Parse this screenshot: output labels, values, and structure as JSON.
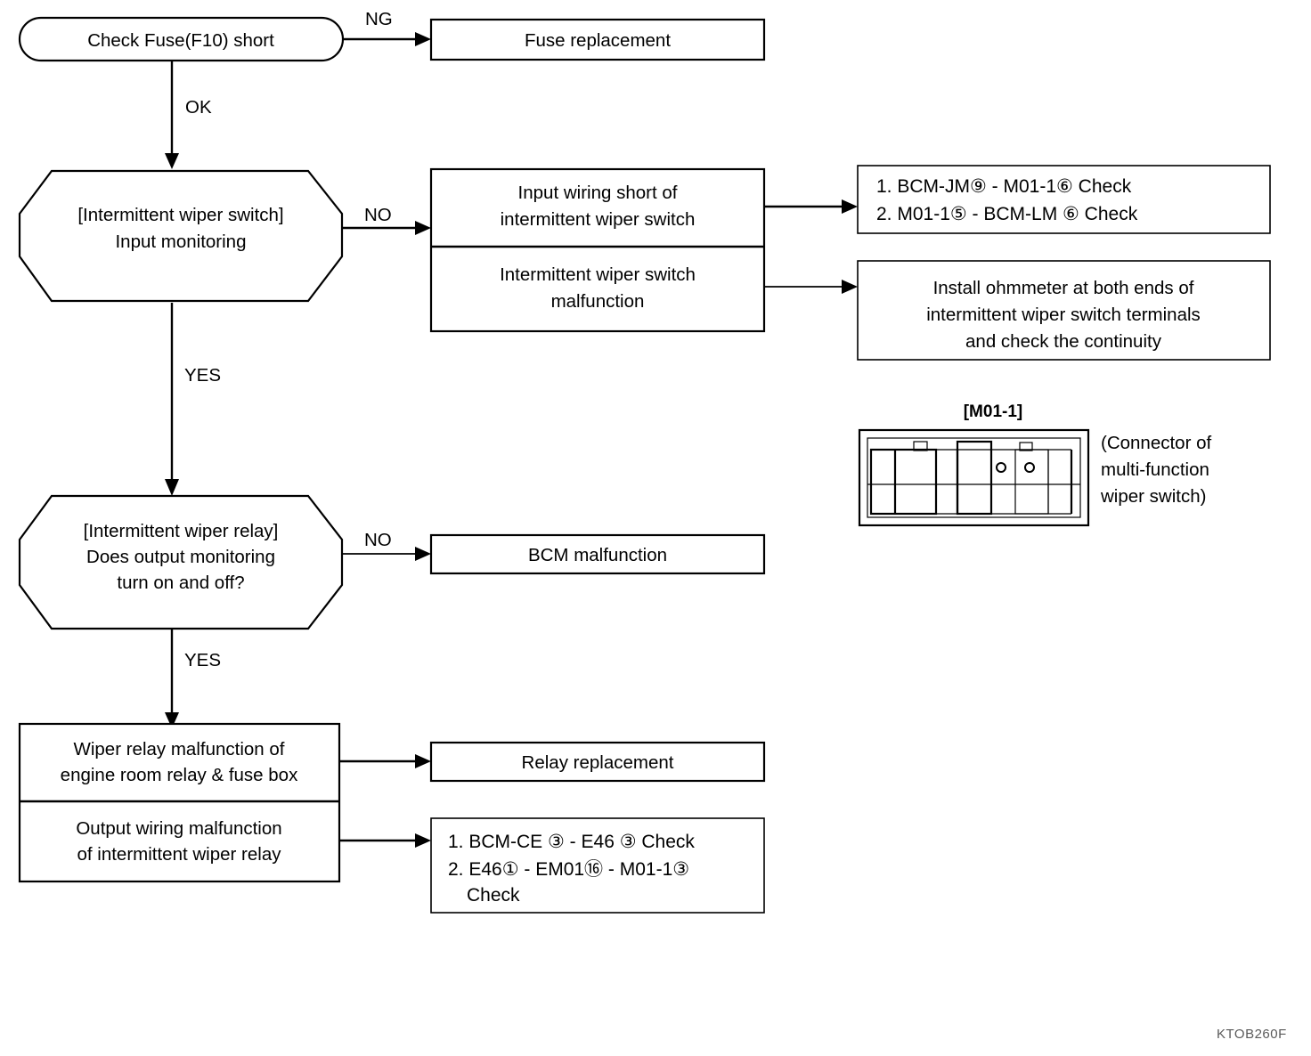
{
  "diagram": {
    "title": "Intermittent wiper troubleshooting flowchart",
    "figure_code": "KTOB260F",
    "nodes": {
      "check_fuse": "Check Fuse(F10) short",
      "fuse_replacement": "Fuse replacement",
      "switch_input_monitor_line1": "[Intermittent wiper switch]",
      "switch_input_monitor_line2": "Input monitoring",
      "input_wiring_short_line1": "Input wiring short of",
      "input_wiring_short_line2": "intermittent wiper switch",
      "switch_malfunction_line1": "Intermittent wiper switch",
      "switch_malfunction_line2": "malfunction",
      "check_list_1_line1": "1. BCM-JM⑨ - M01-1⑥  Check",
      "check_list_1_line2": "2. M01-1⑤ - BCM-LM ⑥ Check",
      "ohmmeter_line1": "Install ohmmeter at both ends of",
      "ohmmeter_line2": "intermittent wiper switch terminals",
      "ohmmeter_line3": "and check the continuity",
      "relay_output_monitor_line1": "[Intermittent wiper relay]",
      "relay_output_monitor_line2": "Does output monitoring",
      "relay_output_monitor_line3": "turn on and off?",
      "bcm_malfunction": "BCM malfunction",
      "wiper_relay_malfunction_line1": "Wiper relay malfunction of",
      "wiper_relay_malfunction_line2": "engine room relay & fuse box",
      "output_wiring_malfunction_line1": "Output wiring malfunction",
      "output_wiring_malfunction_line2": "of intermittent wiper relay",
      "relay_replacement": "Relay replacement",
      "check_list_2_line1": "1. BCM-CE ③ - E46 ③ Check",
      "check_list_2_line2": "2. E46① - EM01⑯ - M01-1③",
      "check_list_2_line3": "Check"
    },
    "edges": {
      "fuse_ng": "NG",
      "fuse_ok": "OK",
      "switch_no": "NO",
      "switch_yes": "YES",
      "relay_no": "NO",
      "relay_yes": "YES"
    },
    "connector": {
      "title": "[M01-1]",
      "note_line1": "(Connector of",
      "note_line2": "multi-function",
      "note_line3": "wiper switch)"
    }
  }
}
